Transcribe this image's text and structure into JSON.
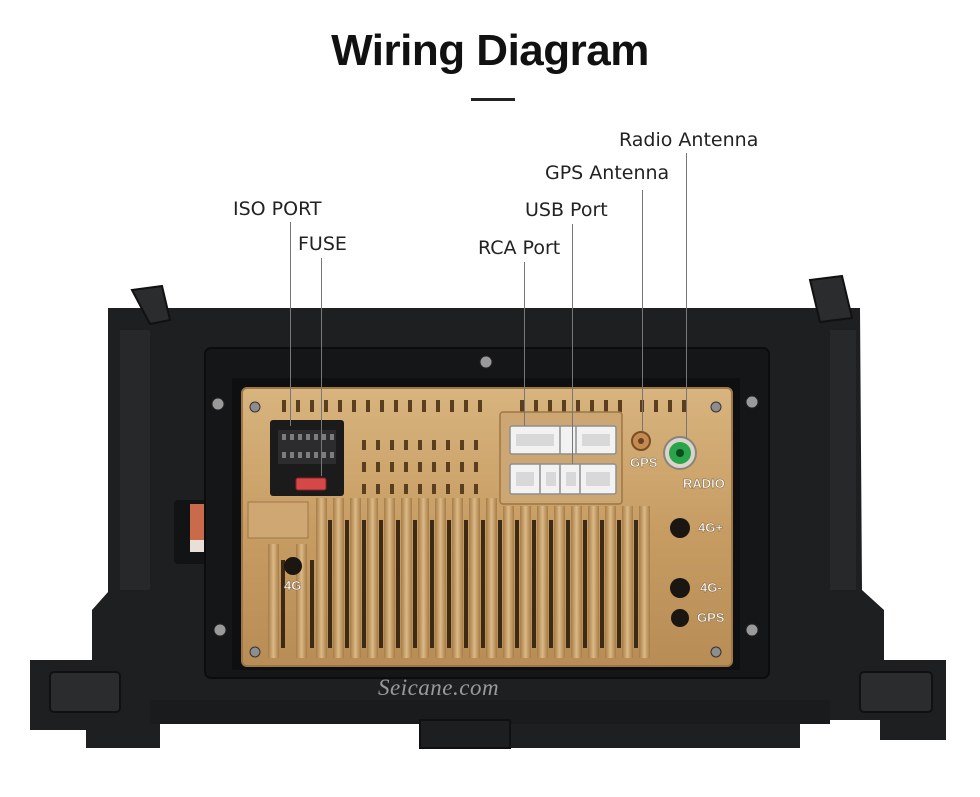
{
  "title": "Wiring Diagram",
  "callouts": {
    "radio_antenna": "Radio Antenna",
    "gps_antenna": "GPS  Antenna",
    "usb_port": "USB Port",
    "rca_port": "RCA Port",
    "iso_port": "ISO PORT",
    "fuse": "FUSE"
  },
  "board_labels": {
    "gps": "GPS",
    "radio": "RADIO",
    "4g_plus": "4G+",
    "4g_minus": "4G-",
    "gps_lower": "GPS",
    "4g_side": "4G"
  },
  "watermark": "Seicane.com",
  "colors": {
    "frame": "#1c1e20",
    "chassis": "#c9a26c",
    "connector": "#f2f2f2",
    "radio_jack": "#2aa44a",
    "fuse": "#d44848"
  },
  "icons": [
    "screw-icon",
    "iso-connector-icon",
    "fuse-icon",
    "gps-jack-icon",
    "radio-jack-icon"
  ]
}
